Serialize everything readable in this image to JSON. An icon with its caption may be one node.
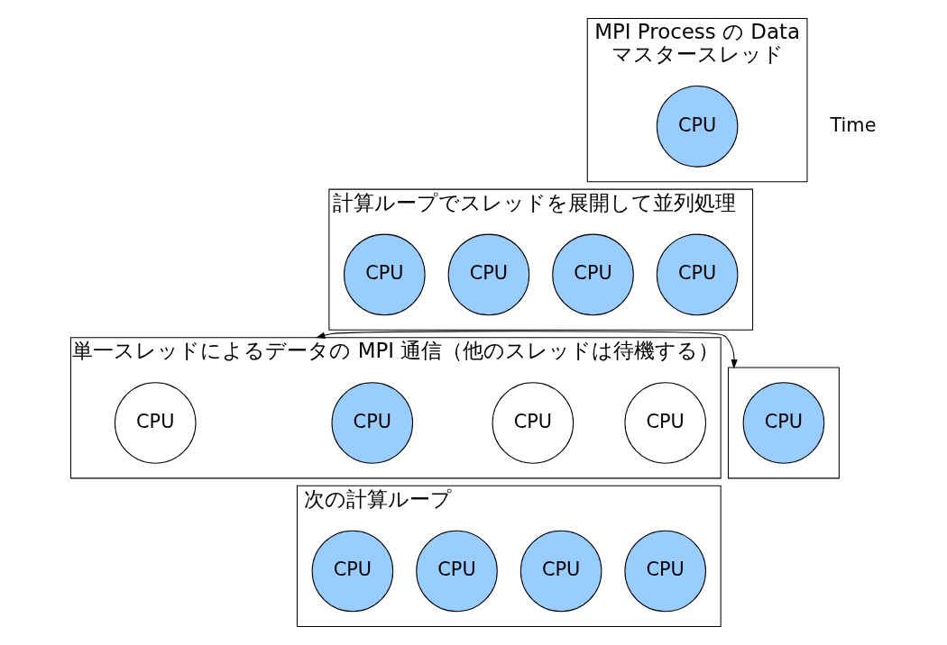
{
  "diagram": {
    "nodes": [
      {
        "text": [
          "MPI Process の Data",
          "マスタースレッド"
        ]
      },
      {
        "text": [
          "CPU"
        ],
        "in": 0
      },
      {
        "text": [
          "計算ループでスレッドを展開して並列処理"
        ]
      },
      {
        "text": [
          "CPU"
        ],
        "in": 2
      },
      {
        "text": [
          "CPU"
        ],
        "in": 2
      },
      {
        "text": [
          "CPU"
        ],
        "in": 2
      },
      {
        "text": [
          "CPU"
        ],
        "in": 2
      },
      {
        "text": [
          "単一スレッドによるデータの MPI 通信（他のスレッドは待機する）"
        ]
      },
      {
        "text": [
          "CPU"
        ],
        "in": 7
      },
      {
        "text": [
          "CPU"
        ],
        "in": 7
      },
      {
        "text": [
          "CPU"
        ],
        "in": 7
      },
      {
        "text": [
          "CPU"
        ],
        "in": 7
      },
      {
        "text": [],
        "shape": "box"
      },
      {
        "text": [
          "CPU"
        ],
        "in": 12
      },
      {
        "text": [
          "次の計算ループ"
        ]
      },
      {
        "text": [
          "CPU"
        ],
        "in": 14
      },
      {
        "text": [
          "CPU"
        ],
        "in": 14
      },
      {
        "text": [
          "CPU"
        ],
        "in": 14
      },
      {
        "text": [
          "CPU"
        ],
        "in": 14
      }
    ],
    "edges": [
      {
        "from": 7,
        "to": 12,
        "arrow": "both"
      }
    ],
    "labels": [
      "Time"
    ]
  }
}
